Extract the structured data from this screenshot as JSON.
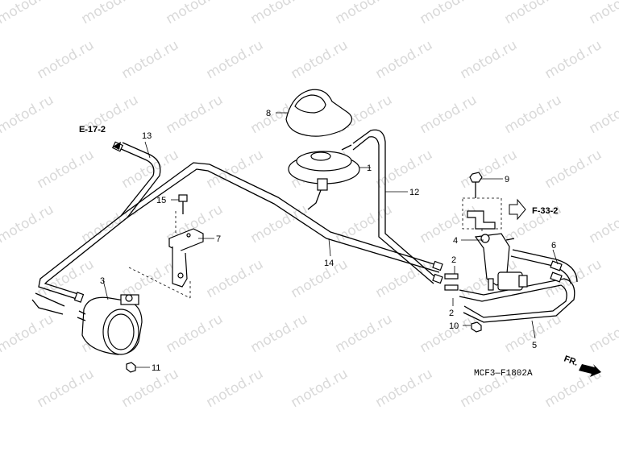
{
  "watermark": "motod.ru",
  "references": {
    "e17": "E-17-2",
    "f33": "F-33-2",
    "front": "FR."
  },
  "diagram_code": "MCF3—F1802A",
  "callouts": {
    "c1": "1",
    "c2a": "2",
    "c2b": "2",
    "c3": "3",
    "c4": "4",
    "c5": "5",
    "c6": "6",
    "c7": "7",
    "c8": "8",
    "c9": "9",
    "c10": "10",
    "c11": "11",
    "c12": "12",
    "c13": "13",
    "c14": "14",
    "c15": "15"
  }
}
